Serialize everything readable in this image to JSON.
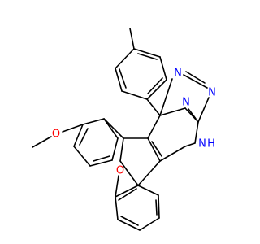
{
  "molecule": {
    "bond_color": "#000000",
    "atoms": [
      {
        "id": "N1",
        "label": "N",
        "color": "#0000ff"
      },
      {
        "id": "N2",
        "label": "N",
        "color": "#0000ff"
      },
      {
        "id": "N3",
        "label": "N",
        "color": "#0000ff"
      },
      {
        "id": "NH",
        "label": "N",
        "color": "#0000ff"
      },
      {
        "id": "H_NH",
        "label": "H",
        "color": "#0000ff"
      },
      {
        "id": "O_ring",
        "label": "O",
        "color": "#ff0000"
      },
      {
        "id": "O_methoxy",
        "label": "O",
        "color": "#ff0000"
      }
    ]
  }
}
